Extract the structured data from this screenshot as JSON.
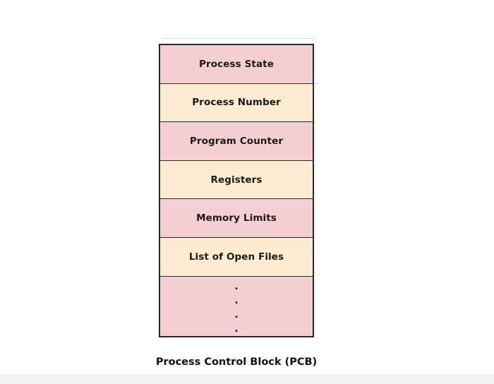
{
  "diagram": {
    "caption": "Process Control Block (PCB)",
    "cells": [
      {
        "label": "Process State",
        "fill": "pink"
      },
      {
        "label": "Process Number",
        "fill": "cream"
      },
      {
        "label": "Program Counter",
        "fill": "pink"
      },
      {
        "label": "Registers",
        "fill": "cream"
      },
      {
        "label": "Memory Limits",
        "fill": "pink"
      },
      {
        "label": "List of Open Files",
        "fill": "cream"
      }
    ],
    "ellipsis_cell": {
      "fill": "pink",
      "dots": [
        ".",
        ".",
        ".",
        "."
      ]
    }
  },
  "colors": {
    "pink": "#f4ced2",
    "cream": "#fcedd2",
    "border": "#2a2526",
    "text": "#1a1a1a",
    "background": "#ffffff",
    "bottom_strip": "#f3f3f4"
  }
}
